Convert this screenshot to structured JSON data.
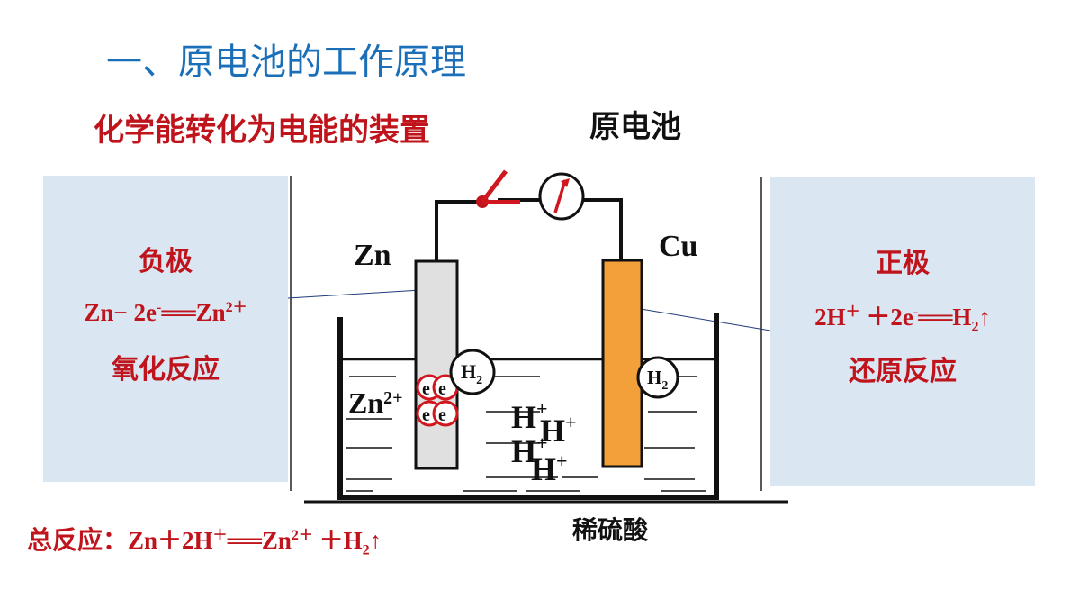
{
  "title": "一、原电池的工作原理",
  "subtitle": "化学能转化为电能的装置",
  "cell_name": "原电池",
  "electrolyte": "稀硫酸",
  "negative": {
    "heading": "负极",
    "eq_left": "Zn− 2e",
    "eq_minus": "-",
    "eq_arrow": "══",
    "eq_right": "Zn",
    "eq_charge": "2＋",
    "reaction": "氧化反应"
  },
  "positive": {
    "heading": "正极",
    "eq_left": "2H",
    "eq_plus": "＋",
    "eq_mid": " ＋2e",
    "eq_minus": "-",
    "eq_arrow": "══",
    "eq_right": "H",
    "eq_sub": "2",
    "eq_up": "↑",
    "reaction": "还原反应"
  },
  "overall": {
    "label": "总反应：",
    "p1": "Zn＋2H",
    "p1_charge": "＋",
    "arrow": "══",
    "p2": "Zn",
    "p2_charge": "2＋",
    "p3": " ＋H",
    "p3_sub": "2",
    "up": "↑"
  },
  "diagram": {
    "zn_label": "Zn",
    "cu_label": "Cu",
    "h2_label": "H",
    "h2_sub": "2",
    "zn_ion": "Zn",
    "zn_ion_charge": "2+",
    "electron": "e",
    "h_ion": "H",
    "h_ion_charge": "+"
  },
  "colors": {
    "title": "#1a6fb8",
    "accent_red": "#c0141c",
    "panel_bg": "#dbe6f3",
    "zinc_fill": "#e0e0e0",
    "copper_fill": "#f4a03a"
  }
}
